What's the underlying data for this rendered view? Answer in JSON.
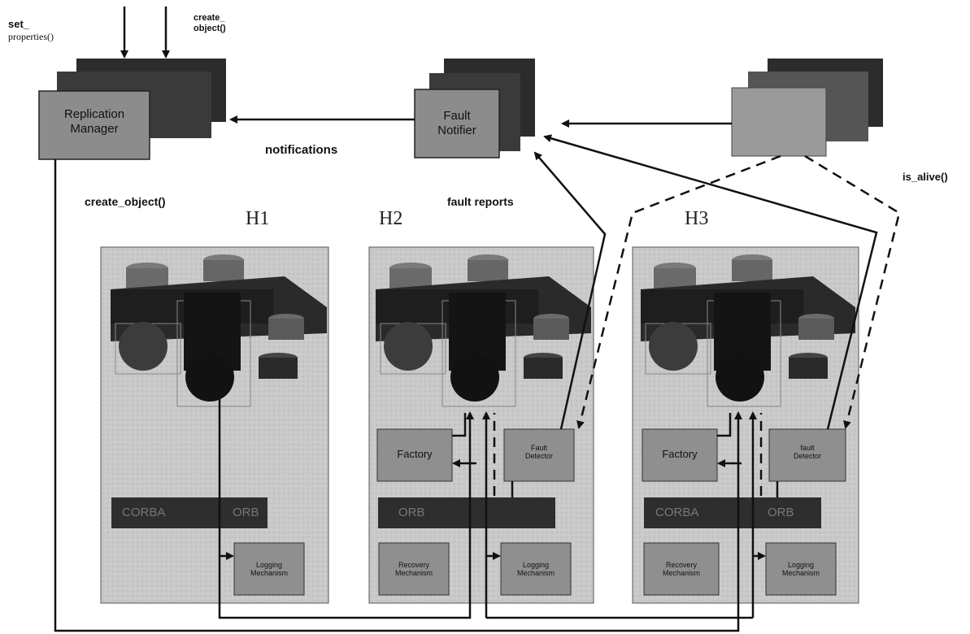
{
  "labels": {
    "set_line1": "set_",
    "set_line2": "properties()",
    "create_top_line1": "create_",
    "create_top_line2": "object()",
    "notifications": "notifications",
    "create_object_call": "create_object()",
    "fault_reports": "fault reports",
    "is_alive": "is_alive()"
  },
  "components": {
    "replication_manager_line1": "Replication",
    "replication_manager_line2": "Manager",
    "fault_notifier_line1": "Fault",
    "fault_notifier_line2": "Notifier"
  },
  "hosts": [
    {
      "title": "H1",
      "orb_left": "CORBA",
      "orb_right": "ORB",
      "logging_line1": "Logging",
      "logging_line2": "Mechanism"
    },
    {
      "title": "H2",
      "factory": "Factory",
      "fd_line1": "Fault",
      "fd_line2": "Detector",
      "orb_left": "ORB",
      "recovery_line1": "Recovery",
      "recovery_line2": "Mechanism",
      "logging_line1": "Logging",
      "logging_line2": "Mechanism"
    },
    {
      "title": "H3",
      "factory": "Factory",
      "fd_line1": "fault",
      "fd_line2": "Detector",
      "orb_left": "CORBA",
      "orb_right": "ORB",
      "recovery_line1": "Recovery",
      "recovery_line2": "Mechanism",
      "logging_line1": "Logging",
      "logging_line2": "Mechanism"
    }
  ],
  "colors": {
    "host_panel": "#c8c8c8",
    "component_box": "#8f8f8f",
    "dark_object": "#2a2a2a",
    "orb_bar": "#2e2e2e",
    "line": "#111111"
  }
}
